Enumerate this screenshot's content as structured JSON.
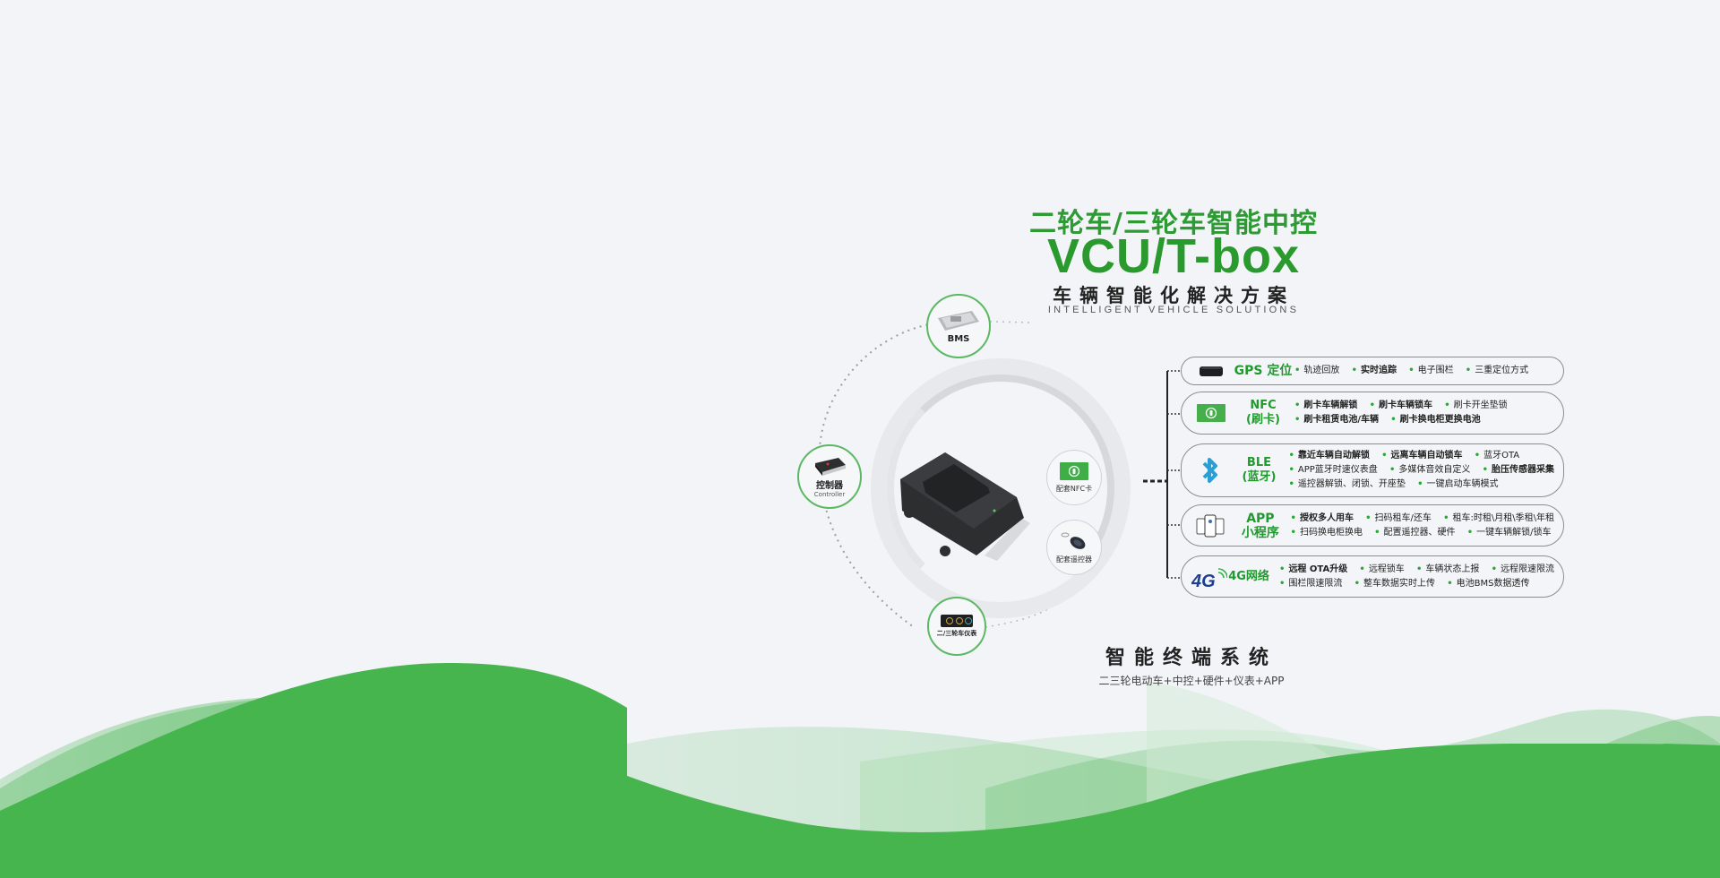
{
  "header": {
    "title_cn": "二轮车/三轮车智能中控",
    "title_en": "VCU/T-box",
    "subtitle_cn": "车辆智能化解决方案",
    "subtitle_en": "INTELLIGENT VEHICLE SOLUTIONS"
  },
  "colors": {
    "background": "#f2f4f8",
    "brand_green": "#2a9a2f",
    "wave_green": "#46b54e",
    "card_border": "#8a8d91"
  },
  "diagram": {
    "nodes": [
      {
        "id": "bms",
        "label": "BMS",
        "icon": "bms-board-icon"
      },
      {
        "id": "controller",
        "label": "控制器",
        "sublabel": "Controller",
        "icon": "controller-icon"
      },
      {
        "id": "dashboard",
        "label": "二/三轮车仪表",
        "icon": "dashboard-icon"
      }
    ],
    "center_device": {
      "icon": "tbox-device-icon"
    },
    "accessories": [
      {
        "label": "配套NFC卡",
        "icon": "nfc-card-icon"
      },
      {
        "label": "配套遥控器",
        "icon": "remote-key-icon"
      }
    ]
  },
  "features": [
    {
      "title": [
        "GPS 定位"
      ],
      "icon": "gps-device-icon",
      "rows": [
        [
          {
            "t": "轨迹回放",
            "b": false
          },
          {
            "t": "实时追踪",
            "b": true
          },
          {
            "t": "电子围栏",
            "b": false
          },
          {
            "t": "三重定位方式",
            "b": false
          }
        ]
      ]
    },
    {
      "title": [
        "NFC",
        "(刷卡)"
      ],
      "icon": "nfc-card-icon",
      "rows": [
        [
          {
            "t": "刷卡车辆解锁",
            "b": true
          },
          {
            "t": "刷卡车辆锁车",
            "b": true
          },
          {
            "t": "刷卡开坐垫锁",
            "b": false
          }
        ],
        [
          {
            "t": "刷卡租赁电池/车辆",
            "b": true
          },
          {
            "t": "刷卡换电柜更换电池",
            "b": true
          }
        ]
      ]
    },
    {
      "title": [
        "BLE",
        "(蓝牙)"
      ],
      "icon": "bluetooth-icon",
      "rows": [
        [
          {
            "t": "靠近车辆自动解锁",
            "b": true
          },
          {
            "t": "远离车辆自动锁车",
            "b": true
          },
          {
            "t": "蓝牙OTA",
            "b": false
          }
        ],
        [
          {
            "t": "APP蓝牙时速仪表盘",
            "b": false
          },
          {
            "t": "多媒体音效自定义",
            "b": false
          },
          {
            "t": "胎压传感器采集",
            "b": true
          }
        ],
        [
          {
            "t": "遥控器解锁、闭锁、开座垫",
            "b": false
          },
          {
            "t": "一键启动车辆模式",
            "b": false
          }
        ]
      ]
    },
    {
      "title": [
        "APP",
        "小程序"
      ],
      "icon": "mobile-app-icon",
      "rows": [
        [
          {
            "t": "授权多人用车",
            "b": true
          },
          {
            "t": "扫码租车/还车",
            "b": false
          },
          {
            "t": "租车:时租\\月租\\季租\\年租",
            "b": false
          }
        ],
        [
          {
            "t": "扫码换电柜换电",
            "b": false
          },
          {
            "t": "配置遥控器、硬件",
            "b": false
          },
          {
            "t": "一键车辆解锁/锁车",
            "b": false
          }
        ]
      ]
    },
    {
      "title": [
        "4G网络"
      ],
      "icon": "4g-signal-icon",
      "rows": [
        [
          {
            "t": "远程 OTA升级",
            "b": true
          },
          {
            "t": "远程锁车",
            "b": false
          },
          {
            "t": "车辆状态上报",
            "b": false
          },
          {
            "t": "远程限速限流",
            "b": false
          }
        ],
        [
          {
            "t": "围栏限速限流",
            "b": false
          },
          {
            "t": "整车数据实时上传",
            "b": false
          },
          {
            "t": "电池BMS数据透传",
            "b": false
          }
        ]
      ]
    }
  ],
  "footer": {
    "title": "智能终端系统",
    "subtitle": "二三轮电动车+中控+硬件+仪表+APP"
  }
}
